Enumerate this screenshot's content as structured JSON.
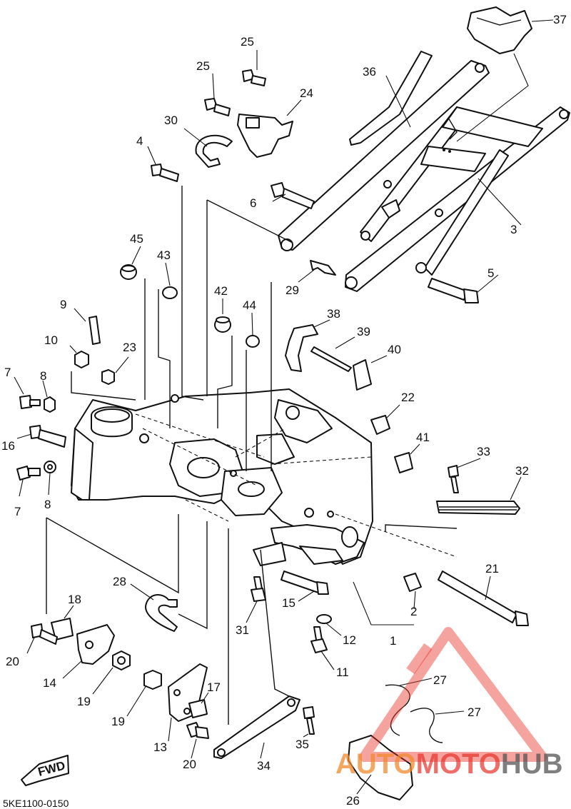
{
  "diagram_code": "5KE1100-0150",
  "fwd_label": "FWD",
  "watermark": {
    "part1": "AUTO",
    "part2": "MOTO",
    "part3": "HUB",
    "color_primary": "#e8322b",
    "color_secondary": "#f28a2e",
    "color_tertiary": "#555555"
  },
  "callouts": [
    "1",
    "2",
    "3",
    "4",
    "5",
    "6",
    "7",
    "7",
    "8",
    "8",
    "9",
    "10",
    "11",
    "12",
    "13",
    "14",
    "15",
    "16",
    "17",
    "18",
    "19",
    "19",
    "20",
    "20",
    "21",
    "22",
    "23",
    "24",
    "25",
    "25",
    "26",
    "27",
    "27",
    "28",
    "29",
    "30",
    "31",
    "32",
    "33",
    "34",
    "35",
    "36",
    "37",
    "38",
    "39",
    "40",
    "41",
    "42",
    "43",
    "44",
    "45"
  ]
}
